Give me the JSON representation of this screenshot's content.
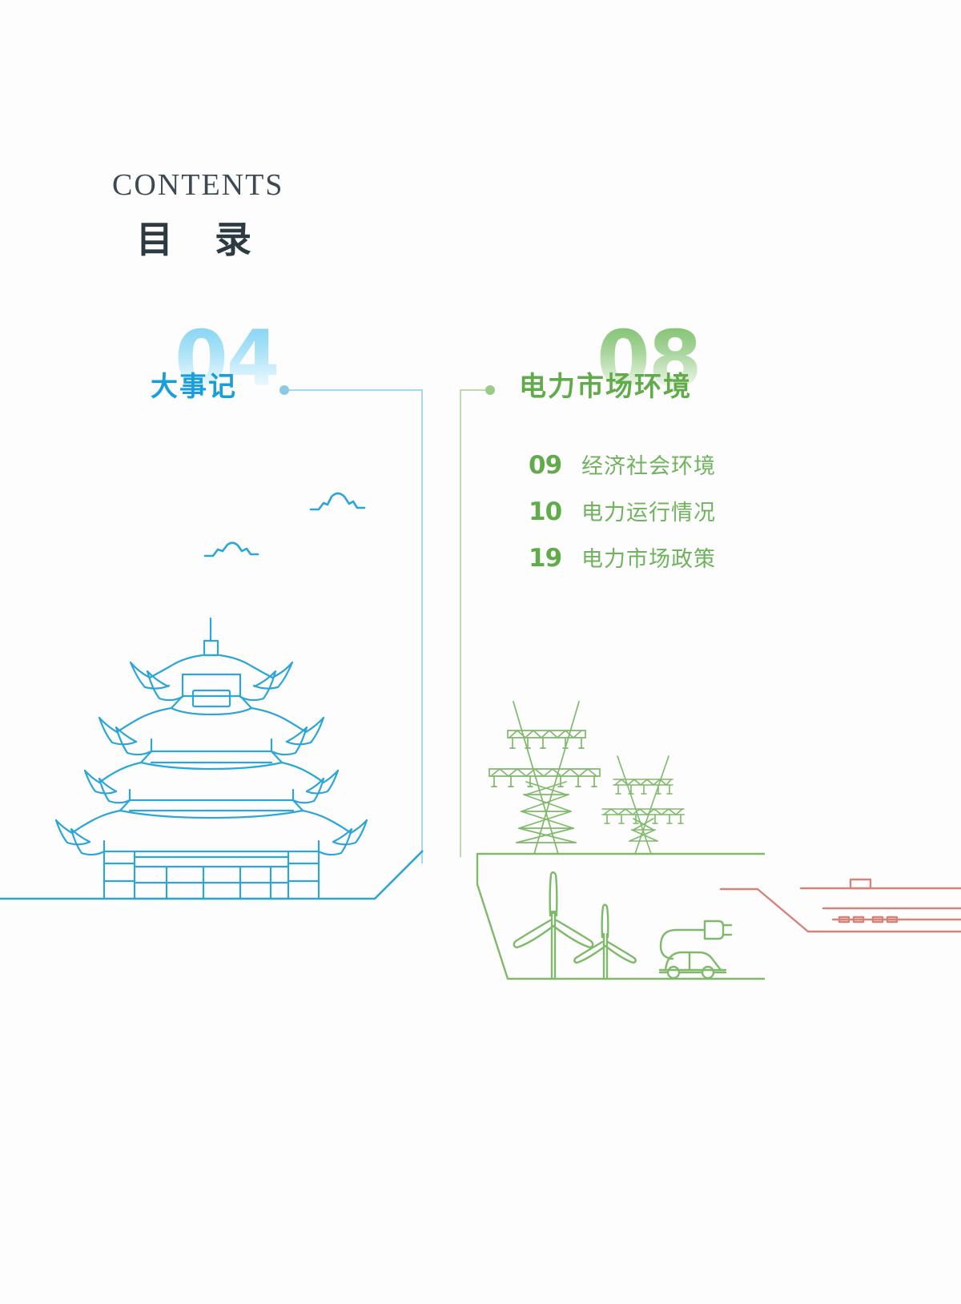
{
  "header": {
    "contents_label": "CONTENTS",
    "mulu_label": "目 录"
  },
  "sections": [
    {
      "number": "04",
      "title": "大事记",
      "color": "#1a9ed9",
      "items": []
    },
    {
      "number": "08",
      "title": "电力市场环境",
      "color": "#62ab4d",
      "items": [
        {
          "number": "09",
          "label": "经济社会环境"
        },
        {
          "number": "10",
          "label": "电力运行情况"
        },
        {
          "number": "19",
          "label": "电力市场政策"
        }
      ]
    }
  ],
  "illustration": {
    "left_scene": "yellow-crane-tower-pagoda",
    "right_scene": "power-transmission-towers-wind-turbines-ev",
    "far_right_scene": "cruise-ship-outline"
  },
  "colors": {
    "blue_line": "#2ca5d8",
    "blue_accent": "#1a9ed9",
    "blue_pale": "#a8d6ea",
    "green_line": "#7fb96a",
    "green_accent": "#62ab4d",
    "green_pale": "#bdd9ae",
    "orange_line": "#d4857a",
    "ink": "#3e4a52"
  }
}
